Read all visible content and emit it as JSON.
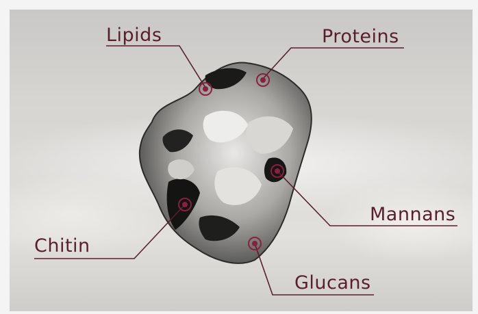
{
  "labels": {
    "lipids": "Lipids",
    "proteins": "Proteins",
    "mannans": "Mannans",
    "chitin": "Chitin",
    "glucans": "Glucans"
  },
  "colors": {
    "label_text": "#5a1d2c",
    "leader_line": "#5a1d2c",
    "marker": "#8a2040",
    "background": "#d9d7d3"
  }
}
